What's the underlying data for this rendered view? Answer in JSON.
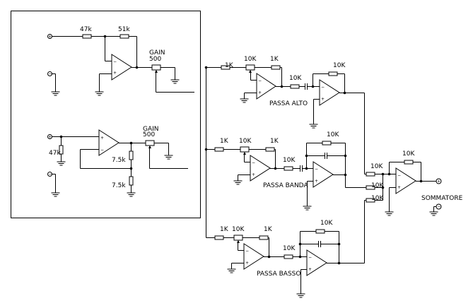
{
  "diagram": {
    "type": "analog circuit schematic",
    "input_stage": {
      "inverting_amp": {
        "input_resistor": "47k",
        "feedback_resistor": "51k",
        "pot_label": "GAIN",
        "pot_value": "500"
      },
      "noninverting_amp": {
        "input_resistor": "47k",
        "divider_top": "7.5k",
        "divider_bottom": "7.5k",
        "pot_label": "GAIN",
        "pot_value": "500"
      },
      "terminal_plus": "+",
      "terminal_minus": "−"
    },
    "filters": [
      {
        "name": "PASSA ALTO",
        "input_resistor": "1K",
        "pot": "10K",
        "feedback_resistor": "1K",
        "series_resistor": "10K",
        "filter_feedback_resistor": "10K"
      },
      {
        "name": "PASSA BANDA",
        "input_resistor": "1K",
        "pot": "10K",
        "feedback_resistor": "1K",
        "series_resistor": "10K",
        "filter_feedback_resistor": "10K"
      },
      {
        "name": "PASSA BASSO",
        "input_resistor": "1K",
        "pot": "10K",
        "feedback_resistor": "1K",
        "series_resistor": "10K",
        "filter_feedback_resistor": "10K"
      }
    ],
    "summer": {
      "name": "SOMMATORE",
      "input_resistors": [
        "10K",
        "10K",
        "10K"
      ],
      "feedback_resistor": "10K",
      "out_plus": "+",
      "out_minus": "−"
    },
    "opamp_signs": {
      "minus": "−",
      "plus": "+"
    }
  }
}
